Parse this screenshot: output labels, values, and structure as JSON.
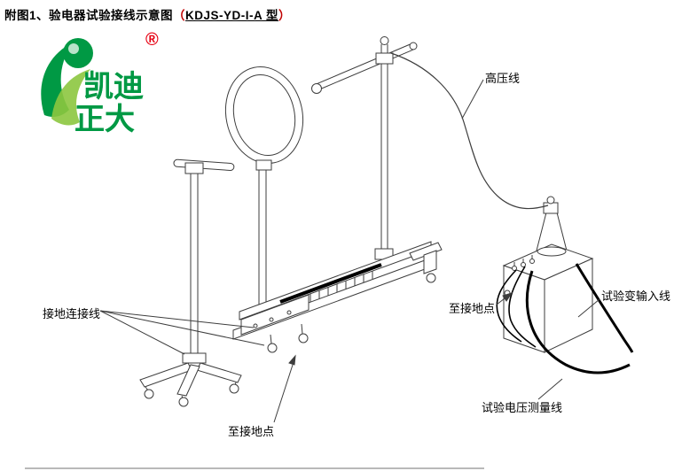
{
  "title": {
    "prefix": "附图1、验电器试验接线示意图",
    "paren_open": "（",
    "model": "KDJS-YD-I-A 型",
    "paren_close": "）"
  },
  "logo": {
    "name_line1": "凯迪",
    "name_line2": "正大",
    "registered_mark": "®",
    "brand_green": "#009944",
    "accent_red": "#e60012"
  },
  "diagram": {
    "labels": {
      "high_voltage_line": "高压线",
      "ground_connection_line": "接地连接线",
      "to_ground_point_right": "至接地点",
      "test_transformer_input_line": "试验变输入线",
      "test_voltage_measurement_line": "试验电压测量线",
      "to_ground_point_bottom": "至接地点"
    },
    "line_color": "#3d3d3d",
    "cable_color": "#000000"
  }
}
